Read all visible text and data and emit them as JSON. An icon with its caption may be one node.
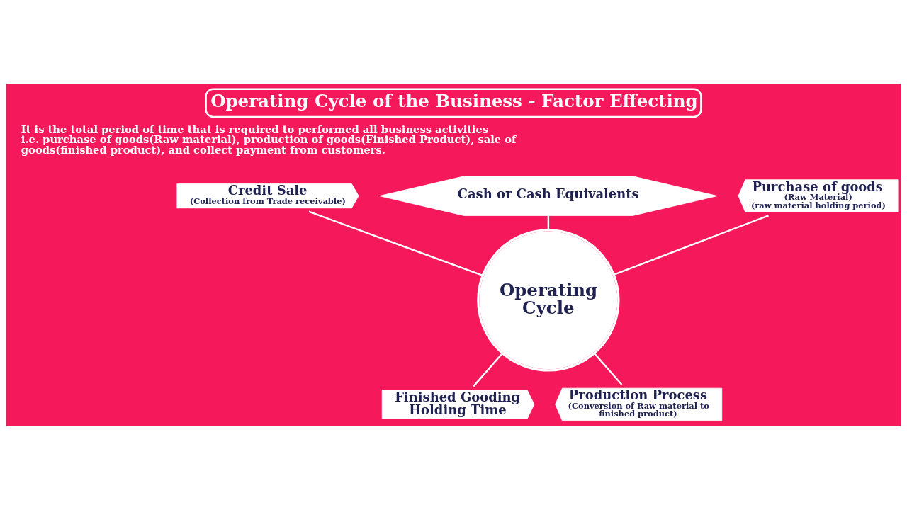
{
  "diagram": {
    "title": "Operating Cycle of the Business - Factor Effecting",
    "nodes": [
      {
        "text": [
          "Cash or Cash Equivalents"
        ]
      },
      {
        "text": [
          "Credit Sale",
          "(Collection from Trade receivable)"
        ]
      },
      {
        "text": [
          "Purchase of goods",
          "(Raw Material)",
          "(raw material holding period)"
        ]
      },
      {
        "text": [
          "Operating Cycle"
        ]
      },
      {
        "text": [
          "Finished Gooding Holding Time"
        ]
      },
      {
        "text": [
          "Production Process",
          "(Conversion of Raw material to finished product)"
        ]
      }
    ],
    "edges": [
      {
        "from": 1,
        "to": 3,
        "arrow": "none"
      },
      {
        "from": 0,
        "to": 3,
        "arrow": "none"
      },
      {
        "from": 2,
        "to": 3,
        "arrow": "none"
      },
      {
        "from": 3,
        "to": 4,
        "arrow": "none"
      },
      {
        "from": 3,
        "to": 5,
        "arrow": "none"
      }
    ],
    "labels": [
      "It is the total period of time that is required to performed all business activities i.e. purchase of goods(Raw material), production of goods(Finished Product), sale of goods(finished product), and collect payment from customers."
    ]
  }
}
